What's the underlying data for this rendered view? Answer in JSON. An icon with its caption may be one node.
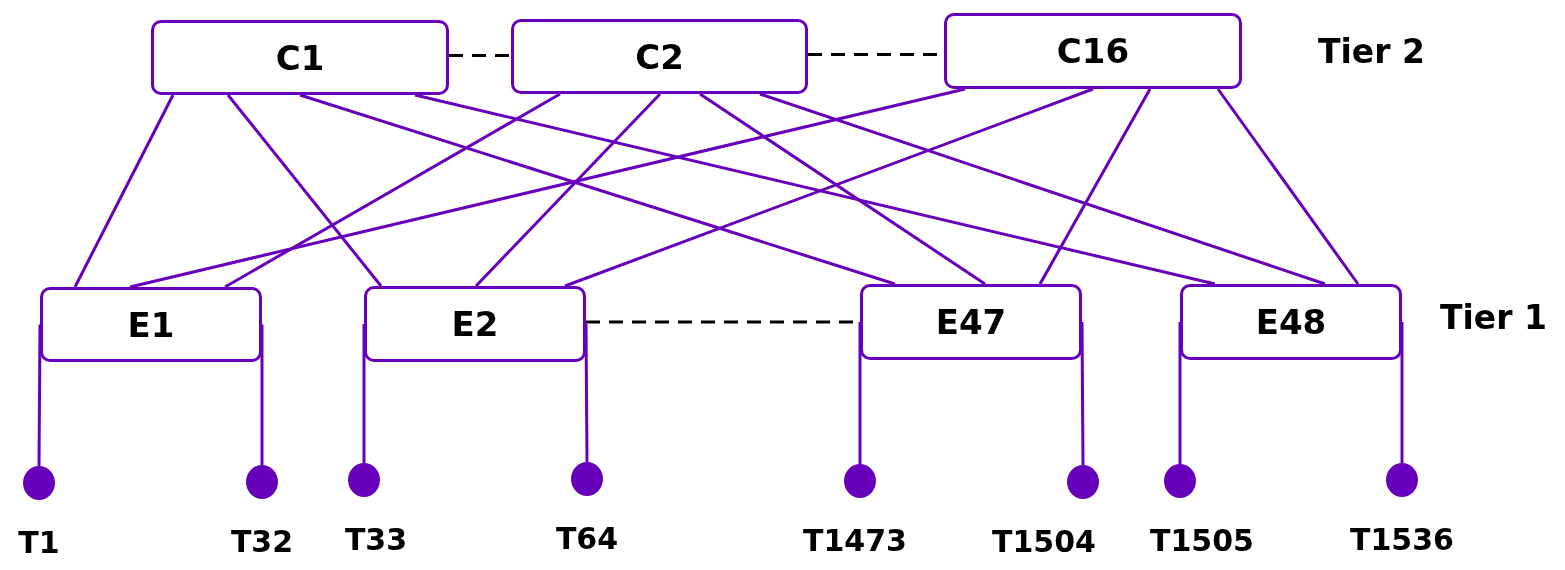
{
  "diagram": {
    "nodes": [
      {
        "text": [
          "C1"
        ]
      },
      {
        "text": [
          "C2"
        ]
      },
      {
        "text": [
          "C16"
        ]
      },
      {
        "text": [
          "E1"
        ]
      },
      {
        "text": [
          "E2"
        ]
      },
      {
        "text": [
          "E47"
        ]
      },
      {
        "text": [
          "E48"
        ]
      },
      {
        "text": [
          "T1"
        ]
      },
      {
        "text": [
          "T32"
        ]
      },
      {
        "text": [
          "T33"
        ]
      },
      {
        "text": [
          "T64"
        ]
      },
      {
        "text": [
          "T1473"
        ]
      },
      {
        "text": [
          "T1504"
        ]
      },
      {
        "text": [
          "T1505"
        ]
      },
      {
        "text": [
          "T1536"
        ]
      }
    ],
    "edges": [
      {
        "from": 0,
        "to": 1,
        "arrow": "none",
        "style": "dashed",
        "color": "#000000"
      },
      {
        "from": 1,
        "to": 2,
        "arrow": "none",
        "style": "dashed",
        "color": "#000000"
      },
      {
        "from": 0,
        "to": 3,
        "arrow": "none"
      },
      {
        "from": 0,
        "to": 4,
        "arrow": "none"
      },
      {
        "from": 0,
        "to": 5,
        "arrow": "none"
      },
      {
        "from": 0,
        "to": 6,
        "arrow": "none"
      },
      {
        "from": 1,
        "to": 3,
        "arrow": "none"
      },
      {
        "from": 1,
        "to": 4,
        "arrow": "none"
      },
      {
        "from": 1,
        "to": 5,
        "arrow": "none"
      },
      {
        "from": 1,
        "to": 6,
        "arrow": "none"
      },
      {
        "from": 2,
        "to": 3,
        "arrow": "none"
      },
      {
        "from": 2,
        "to": 4,
        "arrow": "none"
      },
      {
        "from": 2,
        "to": 5,
        "arrow": "none"
      },
      {
        "from": 2,
        "to": 6,
        "arrow": "none"
      },
      {
        "from": 4,
        "to": 5,
        "arrow": "none",
        "style": "dashed",
        "color": "#000000"
      },
      {
        "from": 3,
        "to": 7,
        "arrow": "none"
      },
      {
        "from": 3,
        "to": 8,
        "arrow": "none"
      },
      {
        "from": 4,
        "to": 9,
        "arrow": "none"
      },
      {
        "from": 4,
        "to": 10,
        "arrow": "none"
      },
      {
        "from": 5,
        "to": 11,
        "arrow": "none"
      },
      {
        "from": 5,
        "to": 12,
        "arrow": "none"
      },
      {
        "from": 6,
        "to": 13,
        "arrow": "none"
      },
      {
        "from": 6,
        "to": 14,
        "arrow": "none"
      }
    ],
    "labels": [
      "Tier 2",
      "Tier 1"
    ]
  }
}
